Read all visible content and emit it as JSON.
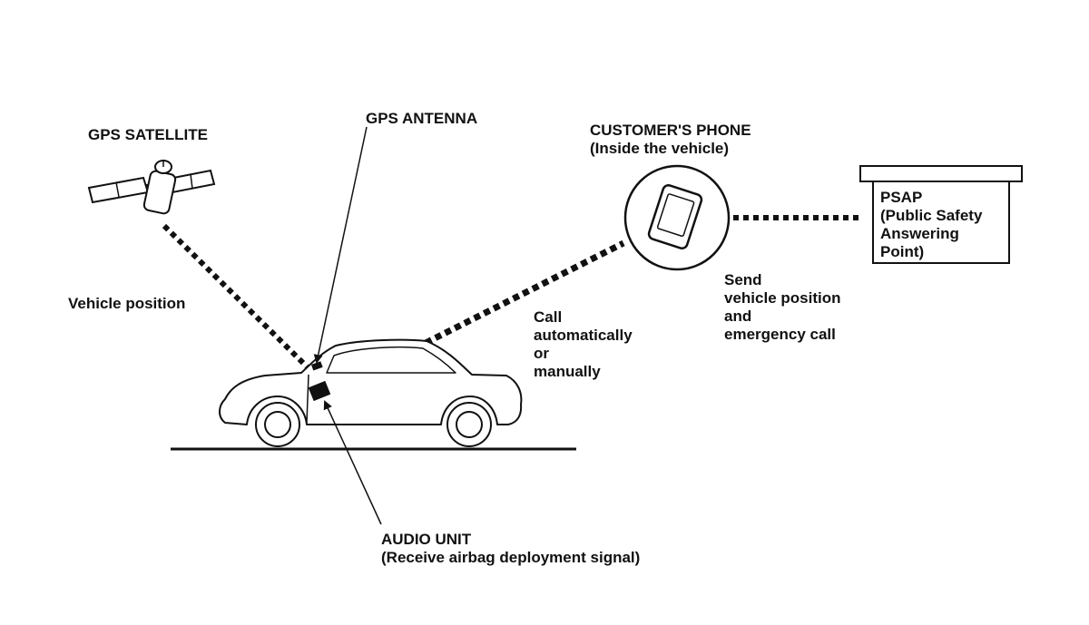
{
  "labels": {
    "gps_satellite": "GPS SATELLITE",
    "gps_antenna": "GPS ANTENNA",
    "customer_phone": {
      "line1": "CUSTOMER'S PHONE",
      "line2": "(Inside the vehicle)"
    },
    "psap": {
      "line1": "PSAP",
      "line2": "(Public Safety",
      "line3": "Answering",
      "line4": "Point)"
    },
    "vehicle_position": "Vehicle position",
    "call": {
      "line1": "Call",
      "line2": "automatically",
      "line3": "or",
      "line4": "manually"
    },
    "send": {
      "line1": "Send",
      "line2": "vehicle position",
      "line3": "and",
      "line4": "emergency call"
    },
    "audio_unit": {
      "line1": "AUDIO UNIT",
      "line2": "(Receive airbag deployment signal)"
    }
  },
  "colors": {
    "ink": "#111111",
    "background": "#ffffff",
    "fill_light": "#ffffff"
  },
  "icons": [
    "satellite-icon",
    "smartphone-icon",
    "car-icon",
    "building-icon"
  ]
}
